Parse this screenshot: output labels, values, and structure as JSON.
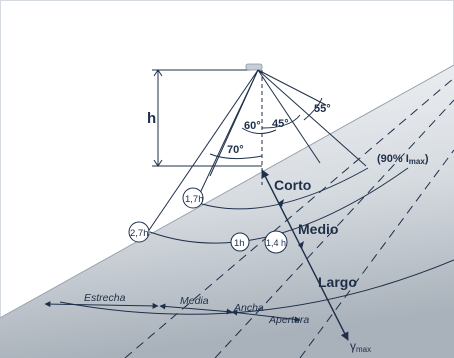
{
  "labels": {
    "h": "h",
    "angle_60": "60°",
    "angle_45": "45°",
    "angle_55": "55°",
    "angle_70": "70°",
    "ratio_1_7": "1,7h",
    "ratio_2_7": "2,7h",
    "ratio_1": "1h",
    "ratio_1_4": "1,4 h",
    "corto": "Corto",
    "medio": "Medio",
    "largo": "Largo",
    "imax_prefix": "(90% I",
    "imax_sub": "max",
    "imax_suffix": ")",
    "gamma": "γ",
    "gamma_sub": "max",
    "estrecha": "Estrecha",
    "media": "Media",
    "ancha": "Ancha",
    "apertura": "Apertura"
  },
  "colors": {
    "slope_light": "#f2f4f6",
    "slope_dark": "#aab2bb",
    "line": "#1f2f4a",
    "frame": "#cfd6dd"
  }
}
